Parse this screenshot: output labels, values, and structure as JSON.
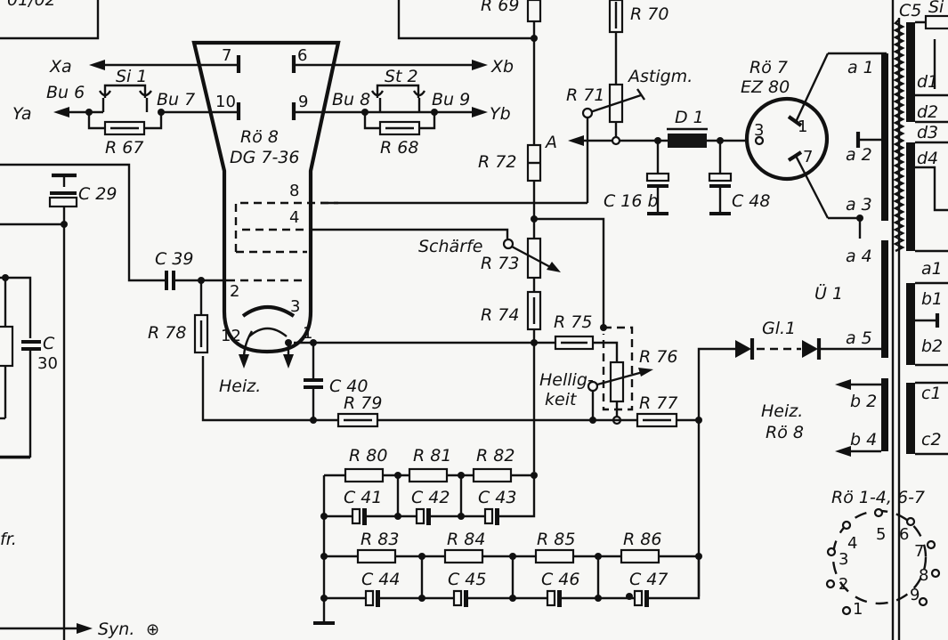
{
  "diagram": {
    "title": "CRT deflection and high-voltage supply schematic (Rö 8 DG 7-36)",
    "tubes": {
      "crt": {
        "name": "Rö 8",
        "type": "DG 7-36",
        "pins": [
          "7",
          "6",
          "10",
          "9",
          "8",
          "4",
          "2",
          "3",
          "12",
          "1"
        ]
      },
      "rectifier": {
        "name": "Rö 7",
        "type": "EZ 80",
        "pins": [
          "1",
          "7",
          "3"
        ]
      }
    },
    "signals": {
      "xa": "Xa",
      "xb": "Xb",
      "ya": "Ya",
      "yb": "Yb",
      "a": "A",
      "syn": "Syn.",
      "syn_symbol": "⊕",
      "heiz": "Heiz.",
      "heiz_tube_1": "Heiz.",
      "heiz_tube_2": "Rö 8",
      "fr": "fr."
    },
    "connectors": {
      "si1": "Si 1",
      "st2": "St 2",
      "bu6": "Bu 6",
      "bu7": "Bu 7",
      "bu8": "Bu 8",
      "bu9": "Bu 9"
    },
    "resistors": {
      "r67": "R 67",
      "r68": "R 68",
      "r69": "R 69",
      "r70": "R 70",
      "r71": "R 71",
      "r72": "R 72",
      "r73": "R 73",
      "r74": "R 74",
      "r75": "R 75",
      "r76": "R 76",
      "r77": "R 77",
      "r78": "R 78",
      "r79": "R 79",
      "r80": "R 80",
      "r81": "R 81",
      "r82": "R 82",
      "r83": "R 83",
      "r84": "R 84",
      "r85": "R 85",
      "r86": "R 86"
    },
    "capacitors": {
      "c16b": "C 16 b",
      "c29": "C 29",
      "c30a": "C",
      "c30b": "30",
      "c39": "C 39",
      "c40": "C 40",
      "c41": "C 41",
      "c42": "C 42",
      "c43": "C 43",
      "c44": "C 44",
      "c45": "C 45",
      "c46": "C 46",
      "c47": "C 47",
      "c48": "C 48",
      "c5": "C5"
    },
    "controls": {
      "astigm": "Astigm.",
      "schaerfe": "Schärfe",
      "hellig1": "Hellig-",
      "hellig2": "keit"
    },
    "other": {
      "d1": "D 1",
      "gl1": "Gl.1",
      "u1": "Ü 1",
      "si_partial": "Si"
    },
    "transformer_taps": {
      "a1": "a 1",
      "a2": "a 2",
      "a3": "a 3",
      "a4": "a 4",
      "a5": "a 5",
      "b2": "b 2",
      "b4": "b 4",
      "d1": "d1",
      "d2": "d2",
      "d3": "d3",
      "d4": "d4",
      "a1r": "a1",
      "b1": "b1",
      "b2r": "b2",
      "c1": "c1",
      "c2": "c2"
    },
    "socket_diagram": {
      "title": "Rö 1-4, 6-7",
      "pins": [
        "1",
        "2",
        "3",
        "4",
        "5",
        "6",
        "7",
        "8",
        "9"
      ]
    },
    "top_left_partial": "01/02"
  }
}
